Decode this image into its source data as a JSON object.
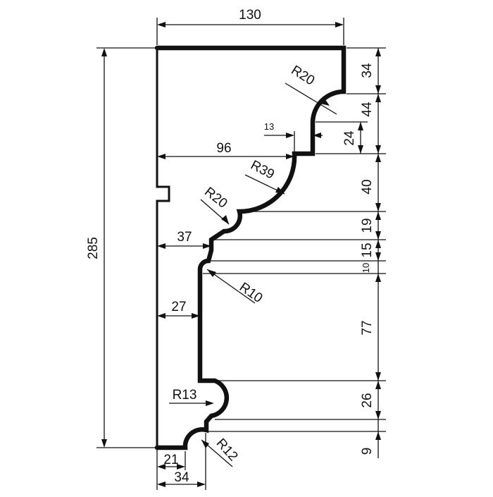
{
  "drawing": {
    "horizontal_dims": {
      "total_width": "130",
      "step_width": "96",
      "step_small": "13",
      "upper_depth": "37",
      "neck_depth": "27",
      "foot_inner": "21",
      "foot_outer": "34"
    },
    "vertical_dims": {
      "total_height": "285",
      "top_crown": "34",
      "upper_cove": "44",
      "fillet": "24",
      "ogee": "40",
      "lower_band": "19",
      "bead_band": "15",
      "small_gap": "10",
      "main_face": "77",
      "lower_bead": "26",
      "base": "9"
    },
    "radii": {
      "top_cove": "R20",
      "ogee_arc": "R39",
      "small_cove": "R20",
      "neck_round": "R10",
      "base_bead": "R13",
      "foot_cove": "R12"
    }
  }
}
